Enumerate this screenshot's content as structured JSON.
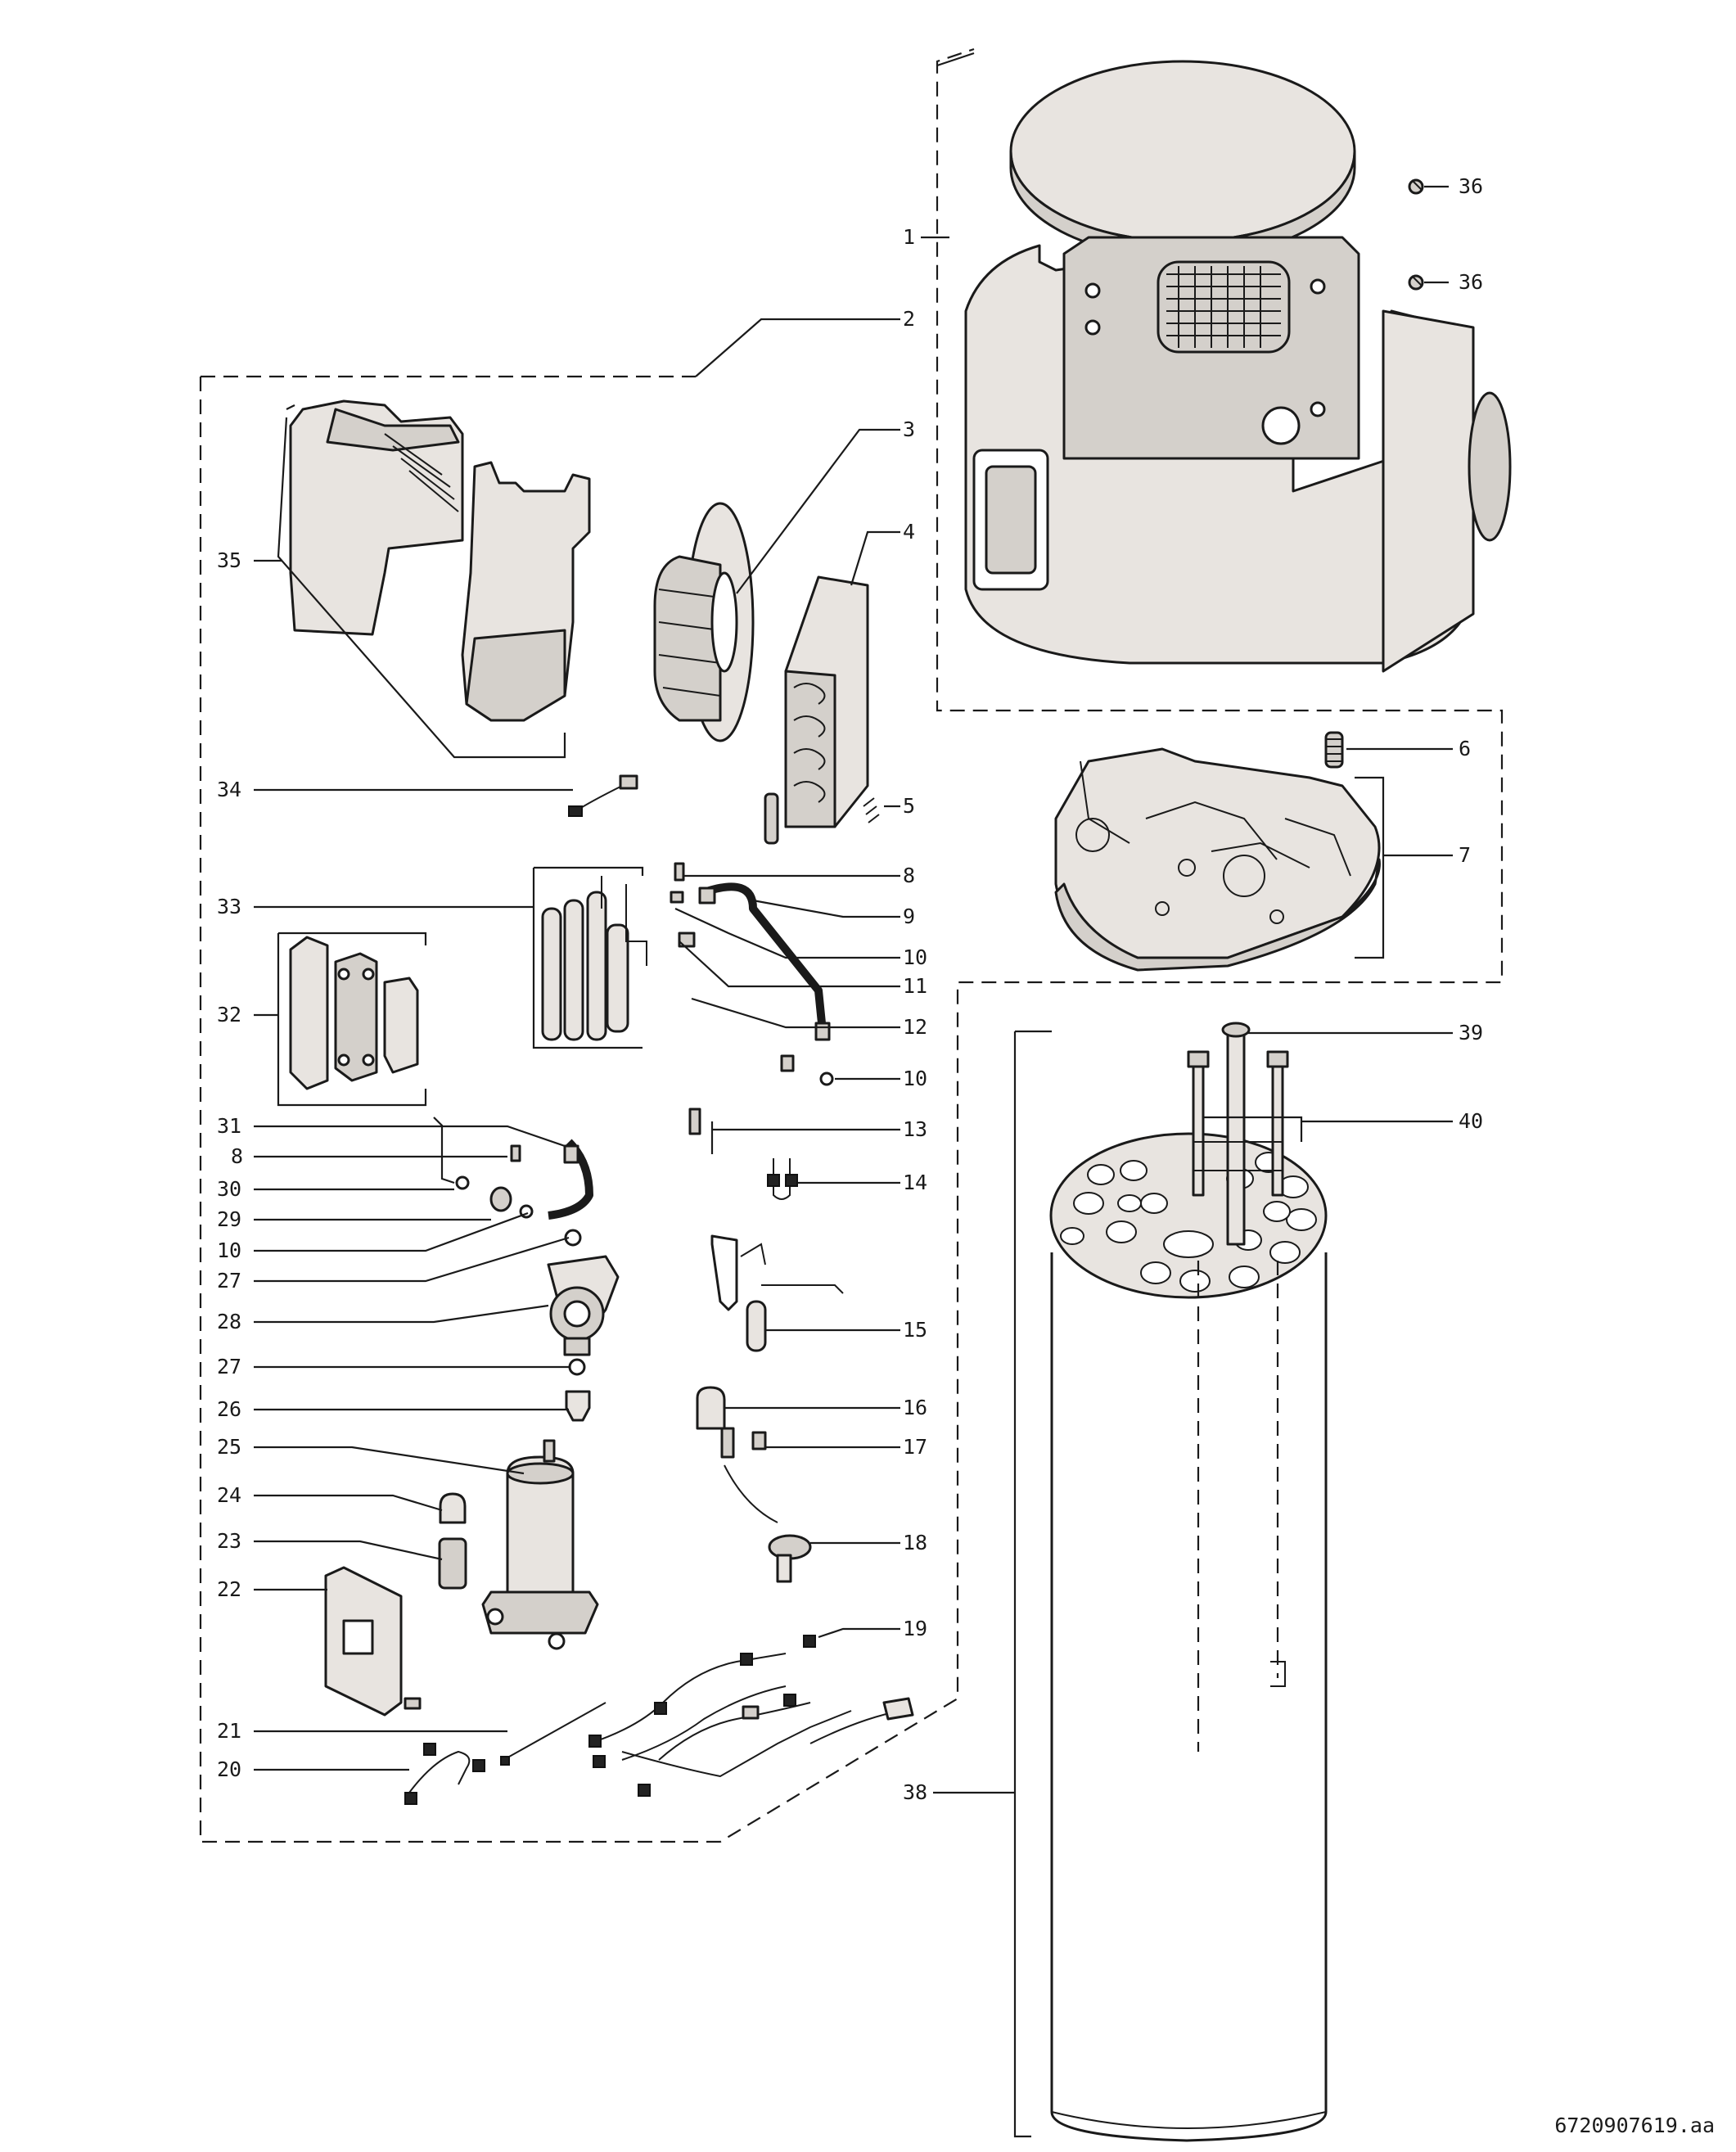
{
  "drawing_reference": "6720907619.aa",
  "callouts": [
    {
      "id": "c1",
      "label": "1"
    },
    {
      "id": "c2",
      "label": "2"
    },
    {
      "id": "c3",
      "label": "3"
    },
    {
      "id": "c4",
      "label": "4"
    },
    {
      "id": "c5",
      "label": "5"
    },
    {
      "id": "c6",
      "label": "6"
    },
    {
      "id": "c7",
      "label": "7"
    },
    {
      "id": "c8a",
      "label": "8"
    },
    {
      "id": "c8b",
      "label": "8"
    },
    {
      "id": "c9",
      "label": "9"
    },
    {
      "id": "c10a",
      "label": "10"
    },
    {
      "id": "c10b",
      "label": "10"
    },
    {
      "id": "c10c",
      "label": "10"
    },
    {
      "id": "c11",
      "label": "11"
    },
    {
      "id": "c12",
      "label": "12"
    },
    {
      "id": "c13",
      "label": "13"
    },
    {
      "id": "c14",
      "label": "14"
    },
    {
      "id": "c15",
      "label": "15"
    },
    {
      "id": "c16",
      "label": "16"
    },
    {
      "id": "c17",
      "label": "17"
    },
    {
      "id": "c18",
      "label": "18"
    },
    {
      "id": "c19",
      "label": "19"
    },
    {
      "id": "c20",
      "label": "20"
    },
    {
      "id": "c21",
      "label": "21"
    },
    {
      "id": "c22",
      "label": "22"
    },
    {
      "id": "c23",
      "label": "23"
    },
    {
      "id": "c24",
      "label": "24"
    },
    {
      "id": "c25",
      "label": "25"
    },
    {
      "id": "c26",
      "label": "26"
    },
    {
      "id": "c27a",
      "label": "27"
    },
    {
      "id": "c27b",
      "label": "27"
    },
    {
      "id": "c28",
      "label": "28"
    },
    {
      "id": "c29",
      "label": "29"
    },
    {
      "id": "c30",
      "label": "30"
    },
    {
      "id": "c31",
      "label": "31"
    },
    {
      "id": "c32",
      "label": "32"
    },
    {
      "id": "c33",
      "label": "33"
    },
    {
      "id": "c34",
      "label": "34"
    },
    {
      "id": "c35",
      "label": "35"
    },
    {
      "id": "c36a",
      "label": "36"
    },
    {
      "id": "c36b",
      "label": "36"
    },
    {
      "id": "c38",
      "label": "38"
    },
    {
      "id": "c39",
      "label": "39"
    },
    {
      "id": "c40",
      "label": "40"
    }
  ]
}
